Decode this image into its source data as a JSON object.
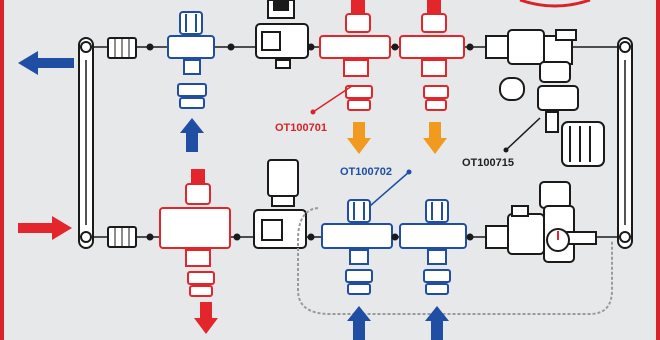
{
  "labels": {
    "valve_top": "OT100701",
    "valve_bottom": "OT100702",
    "pump_group": "OT100715"
  },
  "colors": {
    "background": "#e6e8ea",
    "frame": "#d9232a",
    "red": "#e3262c",
    "blue": "#1f4ea3",
    "orange": "#f29a1f",
    "label_red": "#d9232a",
    "label_blue": "#1f4ea3",
    "label_dark": "#222222",
    "outline": "#1a1a1a"
  },
  "icons": [
    "arrow-left-blue",
    "arrow-right-red",
    "arrow-up-blue",
    "arrow-down-red",
    "arrow-down-orange",
    "valve",
    "pump",
    "thermometer",
    "manifold-bar",
    "hose"
  ]
}
